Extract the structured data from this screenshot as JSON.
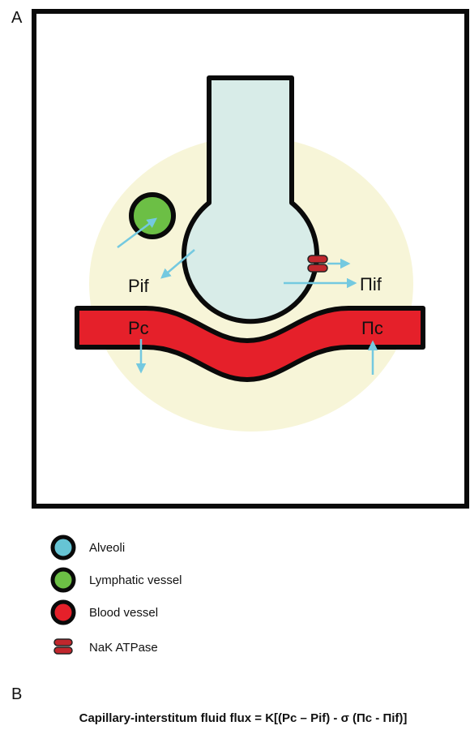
{
  "panels": {
    "a": "A",
    "b": "B"
  },
  "labels": {
    "pif": "Pif",
    "piif": "Пif",
    "pc": "Pc",
    "pic": "Пc"
  },
  "legend": [
    {
      "label": "Alveoli",
      "icon": "alveoli-circle-icon",
      "color": "#66c4d4"
    },
    {
      "label": "Lymphatic vessel",
      "icon": "lymphatic-circle-icon",
      "color": "#6cbf45"
    },
    {
      "label": "Blood vessel",
      "icon": "blood-vessel-circle-icon",
      "color": "#e5202a"
    },
    {
      "label": "NaK ATPase",
      "icon": "nak-atpase-icon",
      "color": "#c1272d"
    }
  ],
  "equation": "Capillary-interstitum fluid flux = K[(Pc – Pif) - σ (Пc - Пif)]",
  "colors": {
    "interstitium": "#f7f5d8",
    "alveolus": "#d8ece8",
    "arrow": "#74c9e0",
    "outline": "#0a0a0a"
  }
}
